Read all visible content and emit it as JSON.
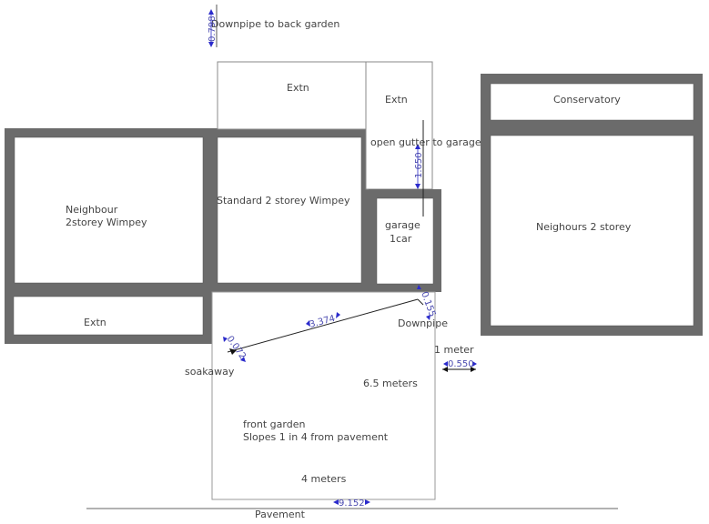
{
  "labels": {
    "downpipe_back": "Downpipe to back garden",
    "extn_top_left": "Extn",
    "extn_top_right": "Extn",
    "conservatory": "Conservatory",
    "open_gutter": "open gutter to garage",
    "neighbour_line1": "Neighbour",
    "neighbour_line2": "2storey Wimpey",
    "standard": "Standard 2 storey Wimpey",
    "garage_line1": "garage",
    "garage_line2": "1car",
    "neighbours_right": "Neighours 2 storey",
    "extn_bottom_left": "Extn",
    "downpipe": "Downpipe",
    "one_meter": "1 meter",
    "soakaway": "soakaway",
    "six_five": "6.5 meters",
    "front_garden_line1": "front garden",
    "front_garden_line2": "Slopes 1 in 4 from pavement",
    "four_meters": "4 meters",
    "pavement": "Pavement"
  },
  "dimensions": {
    "d_0798": "0.798",
    "d_1650": "1.650",
    "d_0155": "0.155",
    "d_3374": "3.374",
    "d_0072": "0.072",
    "d_0550": "0.550",
    "d_9152": "9.152"
  },
  "colors": {
    "wall": "#6b6b6b",
    "outline": "#888888",
    "dimension": "#2b2bcc",
    "text": "#444444"
  }
}
